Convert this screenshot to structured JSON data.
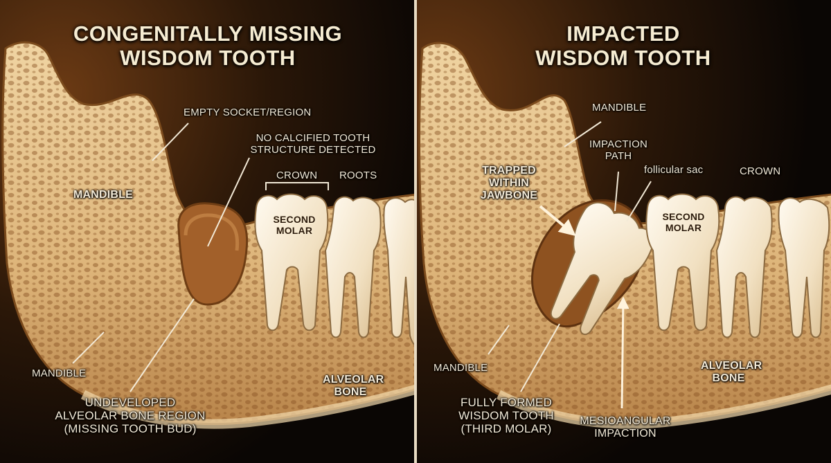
{
  "left_panel": {
    "title": [
      "CONGENITALLY MISSING",
      "WISDOM TOOTH"
    ],
    "labels": {
      "empty_socket": "EMPTY SOCKET/REGION",
      "no_calcified": [
        "NO CALCIFIED TOOTH",
        "STRUCTURE DETECTED"
      ],
      "crown": "CROWN",
      "roots": "ROOTS",
      "mandible_upper": "MANDIBLE",
      "second_molar": [
        "SECOND",
        "MOLAR"
      ],
      "mandible_lower": "MANDIBLE",
      "alveolar_bone": [
        "ALVEOLAR",
        "BONE"
      ],
      "undeveloped": [
        "UNDEVELOPED",
        "ALVEOLAR BONE REGION",
        "(MISSING TOOTH BUD)"
      ]
    }
  },
  "right_panel": {
    "title": [
      "IMPACTED",
      "WISDOM TOOTH"
    ],
    "labels": {
      "mandible_upper": "MANDIBLE",
      "impaction_path": [
        "IMPACTION",
        "PATH"
      ],
      "follicular_sac": "follicular sac",
      "crown": "CROWN",
      "trapped": [
        "TRAPPED",
        "WITHIN",
        "JAWBONE"
      ],
      "second_molar": [
        "SECOND",
        "MOLAR"
      ],
      "mandible_lower": "MANDIBLE",
      "alveolar_bone": [
        "ALVEOLAR",
        "BONE"
      ],
      "fully_formed": [
        "FULLY FORMED",
        "WISDOM TOOTH",
        "(THIRD MOLAR)"
      ],
      "mesioangular": [
        "MESIOANGULAR",
        "IMPACTION"
      ]
    }
  },
  "colors": {
    "background": "#0d0805",
    "bone": "#e7c792",
    "bone_dark": "#b07a40",
    "tooth": "#f6ead2",
    "label_text": "#f3ead7",
    "divider": "#e9dcc4"
  }
}
